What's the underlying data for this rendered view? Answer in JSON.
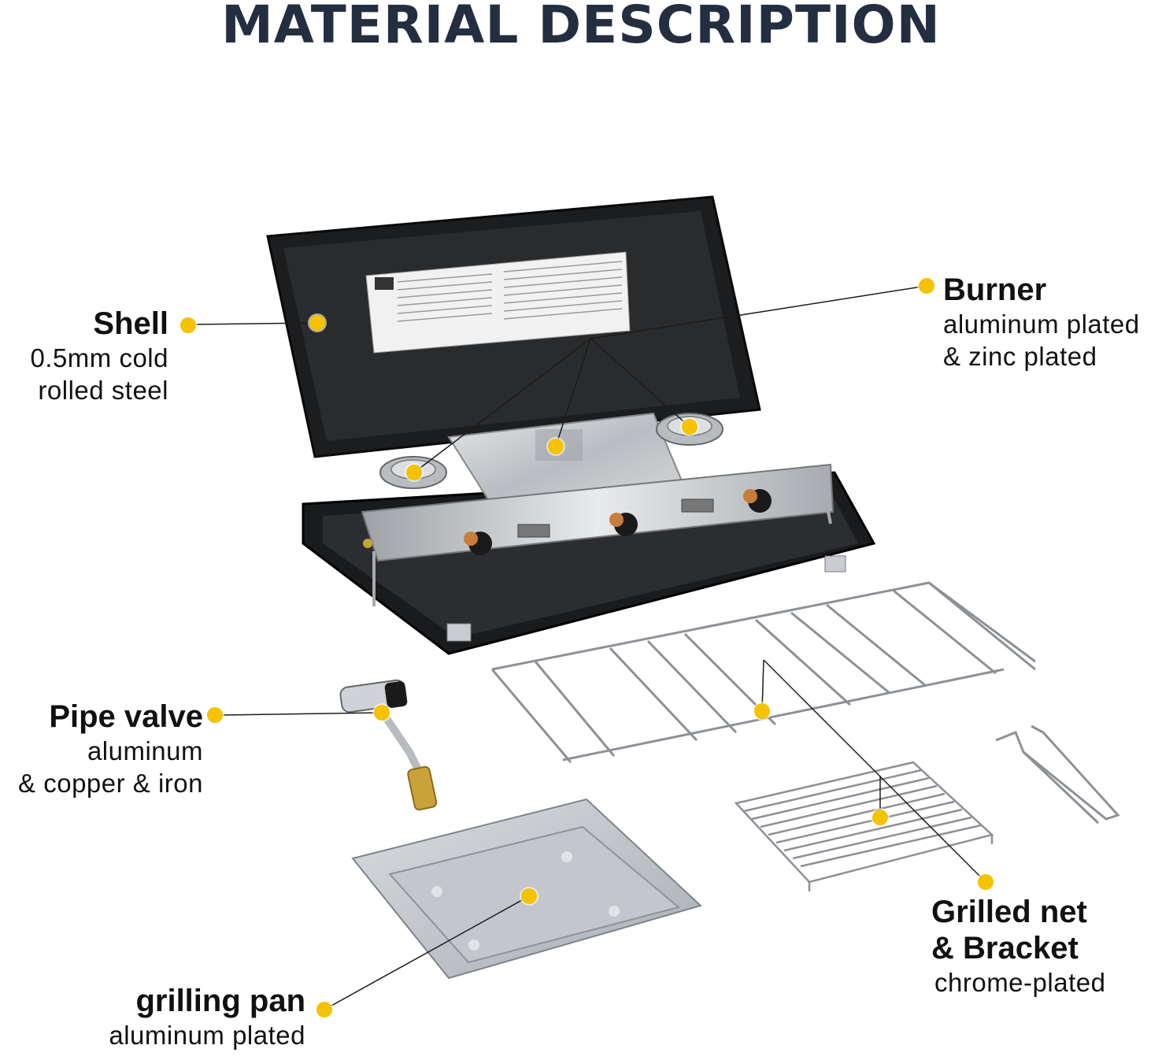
{
  "title": "MATERIAL DESCRIPTION",
  "accent_color": "#f5c200",
  "title_color": "#242e41",
  "parts": {
    "shell": {
      "name": "Shell",
      "desc_lines": [
        "0.5mm cold",
        "rolled steel"
      ]
    },
    "burner": {
      "name": "Burner",
      "desc_lines": [
        "aluminum plated",
        "& zinc plated"
      ]
    },
    "pipe_valve": {
      "name": "Pipe valve",
      "desc_lines": [
        "aluminum",
        "& copper & iron"
      ]
    },
    "grilled_net": {
      "name_lines": [
        "Grilled net",
        "& Bracket"
      ],
      "desc": "chrome-plated"
    },
    "grilling_pan": {
      "name": "grilling pan",
      "desc": "aluminum plated"
    }
  }
}
